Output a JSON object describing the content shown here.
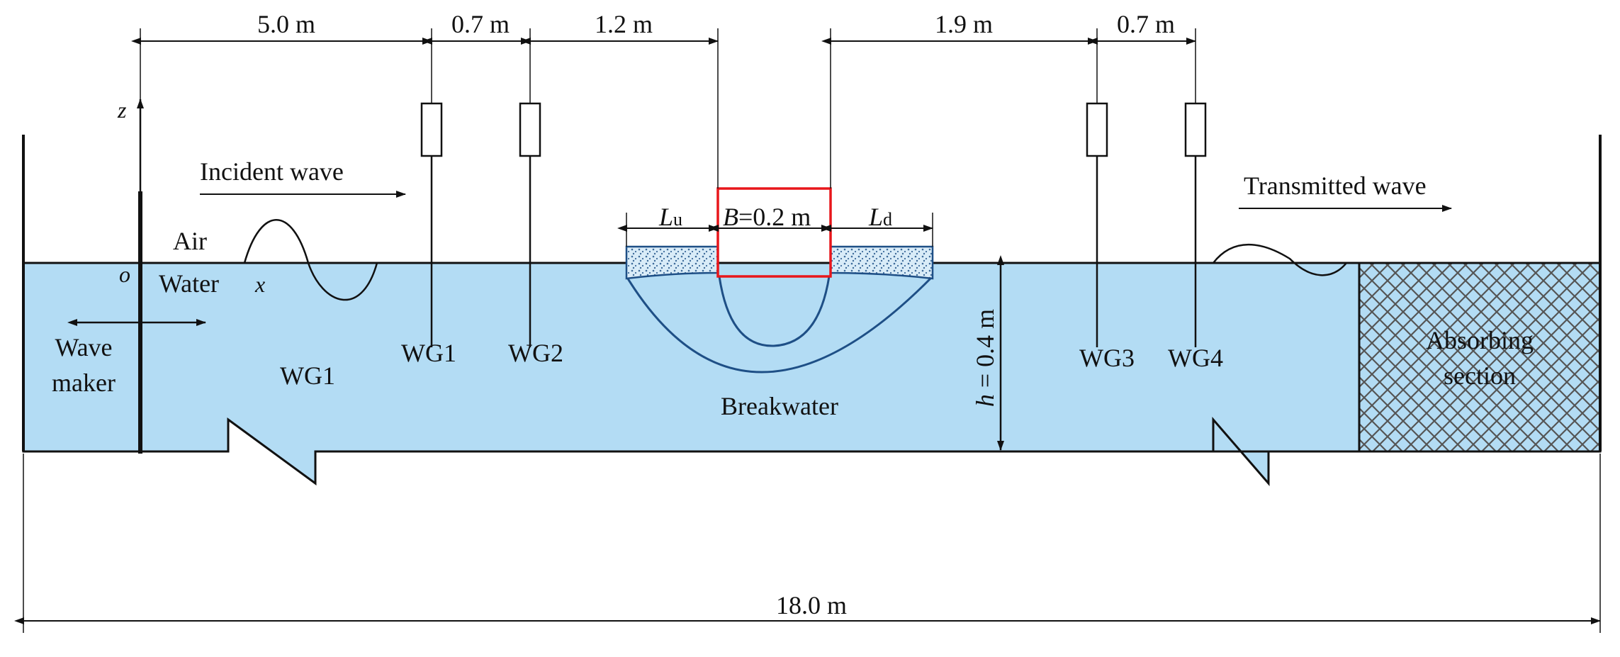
{
  "colors": {
    "water": "#b3dcf4",
    "line": "#111111",
    "breakwater_line": "#1e4f86",
    "box": "#e8161b",
    "porous": "#7aa8d0"
  },
  "dimensions": {
    "d1": "5.0 m",
    "d2": "0.7 m",
    "d3": "1.2 m",
    "d4": "1.9 m",
    "d5": "0.7 m",
    "total": "18.0 m"
  },
  "axes": {
    "z": "z",
    "x": "x",
    "origin": "o"
  },
  "labels": {
    "incident_wave": "Incident wave",
    "transmitted_wave": "Transmitted wave",
    "air": "Air",
    "water": "Water",
    "wave_maker_line1": "Wave",
    "wave_maker_line2": "maker",
    "wg1_tank": "WG1",
    "breakwater": "Breakwater",
    "absorbing_line1": "Absorbing",
    "absorbing_line2": "section"
  },
  "gauges": [
    "WG1",
    "WG2",
    "WG3",
    "WG4"
  ],
  "breakwater": {
    "lu_main": "L",
    "lu_sub": "u",
    "ld_main": "L",
    "ld_sub": "d",
    "b_var": "B",
    "b_value": "=0.2 m"
  },
  "depth": {
    "h_var": "h",
    "h_value": " = 0.4 m"
  }
}
